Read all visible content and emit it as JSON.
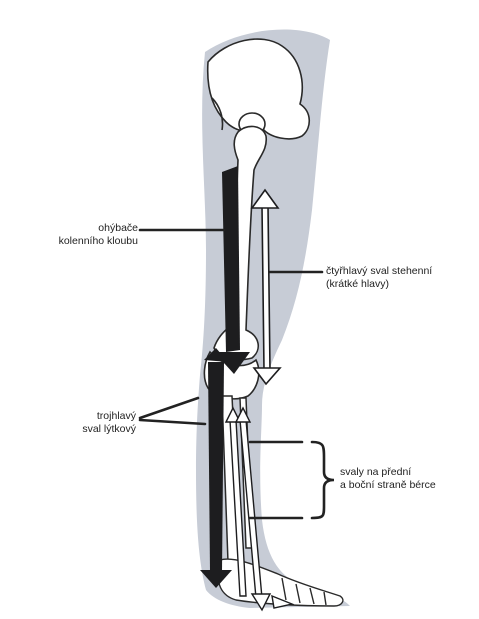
{
  "labels": {
    "hamstrings": {
      "line1": "ohýbače",
      "line2": "kolenního kloubu"
    },
    "quadriceps": {
      "line1": "čtyřhlavý sval stehenní",
      "line2": "(krátké hlavy)"
    },
    "triceps_surae": {
      "line1": "trojhlavý",
      "line2": "sval lýtkový"
    },
    "shin_muscles": {
      "line1": "svaly na přední",
      "line2": "a boční straně bérce"
    }
  },
  "colors": {
    "leg_silhouette": "#c7ccd6",
    "bone_outline": "#2a2a2a",
    "muscle_dark": "#1d1d1f",
    "leader_line": "#222222"
  }
}
